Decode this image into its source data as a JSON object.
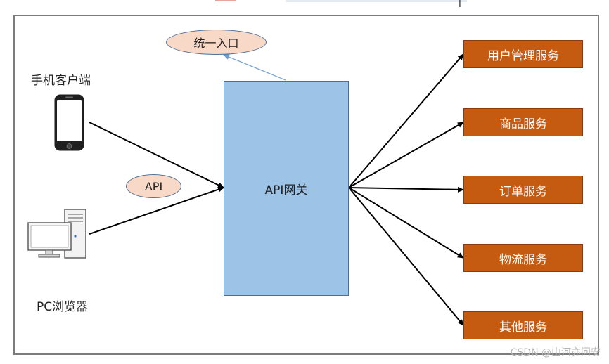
{
  "diagram": {
    "entry_label": "统一入口",
    "api_label": "API",
    "gateway_label": "API网关",
    "clients": {
      "phone": "手机客户端",
      "pc": "PC浏览器"
    },
    "services": [
      "用户管理服务",
      "商品服务",
      "订单服务",
      "物流服务",
      "其他服务"
    ]
  },
  "watermark": "CSDN @山河亦问安",
  "cursor_glyph": "I",
  "colors": {
    "gateway_fill": "#9dc3e6",
    "service_fill": "#c55a11",
    "ellipse_fill": "#f8d9c7",
    "arrow": "#000000",
    "entry_arrow": "#6f9fd1"
  }
}
